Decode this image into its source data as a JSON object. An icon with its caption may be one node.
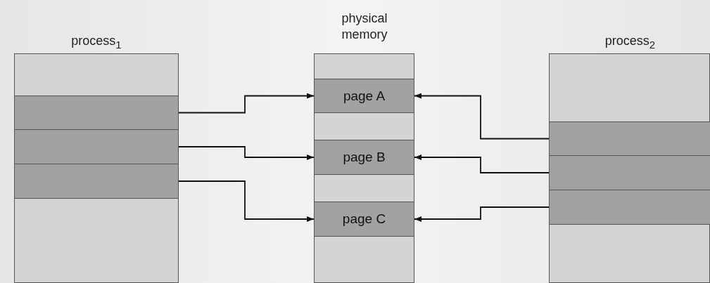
{
  "diagram": {
    "nodes": [
      {
        "text": [
          "process$_{1}$"
        ]
      },
      {
        "text": [],
        "shape": "box",
        "in": 0
      },
      {
        "text": [],
        "shape": "box",
        "in": 0
      },
      {
        "text": [],
        "shape": "box",
        "in": 0
      },
      {
        "text": [
          "physical memory"
        ]
      },
      {
        "text": [
          "page A"
        ],
        "in": 4
      },
      {
        "text": [
          "page B"
        ],
        "in": 4
      },
      {
        "text": [
          "page C"
        ],
        "in": 4
      },
      {
        "text": [
          "process$_{2}$"
        ]
      },
      {
        "text": [],
        "shape": "box",
        "in": 8
      },
      {
        "text": [],
        "shape": "box",
        "in": 8
      },
      {
        "text": [],
        "shape": "box",
        "in": 8
      }
    ],
    "edges": [
      {
        "from": 1,
        "to": 5,
        "arrow": "to"
      },
      {
        "from": 2,
        "to": 6,
        "arrow": "to"
      },
      {
        "from": 3,
        "to": 7,
        "arrow": "to"
      },
      {
        "from": 9,
        "to": 5,
        "arrow": "to"
      },
      {
        "from": 10,
        "to": 6,
        "arrow": "to"
      },
      {
        "from": 11,
        "to": 7,
        "arrow": "to"
      }
    ]
  }
}
